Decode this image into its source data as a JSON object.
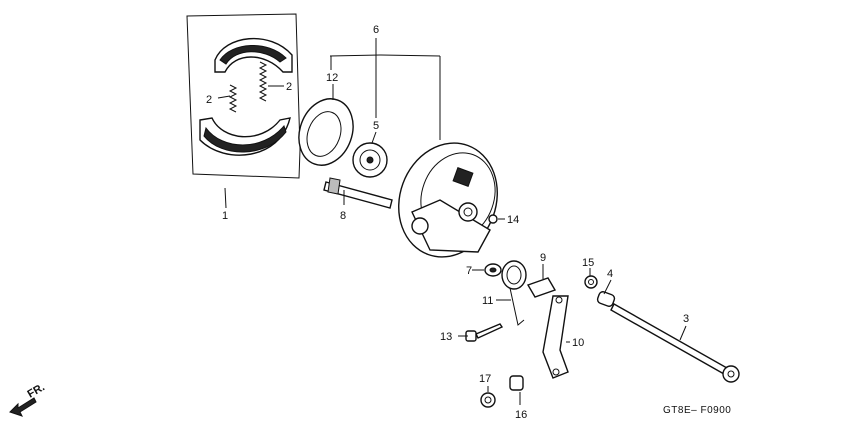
{
  "callouts": {
    "c1": "1",
    "c2a": "2",
    "c2b": "2",
    "c3": "3",
    "c4": "4",
    "c5": "5",
    "c6": "6",
    "c7": "7",
    "c8": "8",
    "c9": "9",
    "c10": "10",
    "c11": "11",
    "c12": "12",
    "c13": "13",
    "c14": "14",
    "c15": "15",
    "c16": "16",
    "c17": "17"
  },
  "direction_label": "FR.",
  "diagram_code": "GT8E– F0900"
}
